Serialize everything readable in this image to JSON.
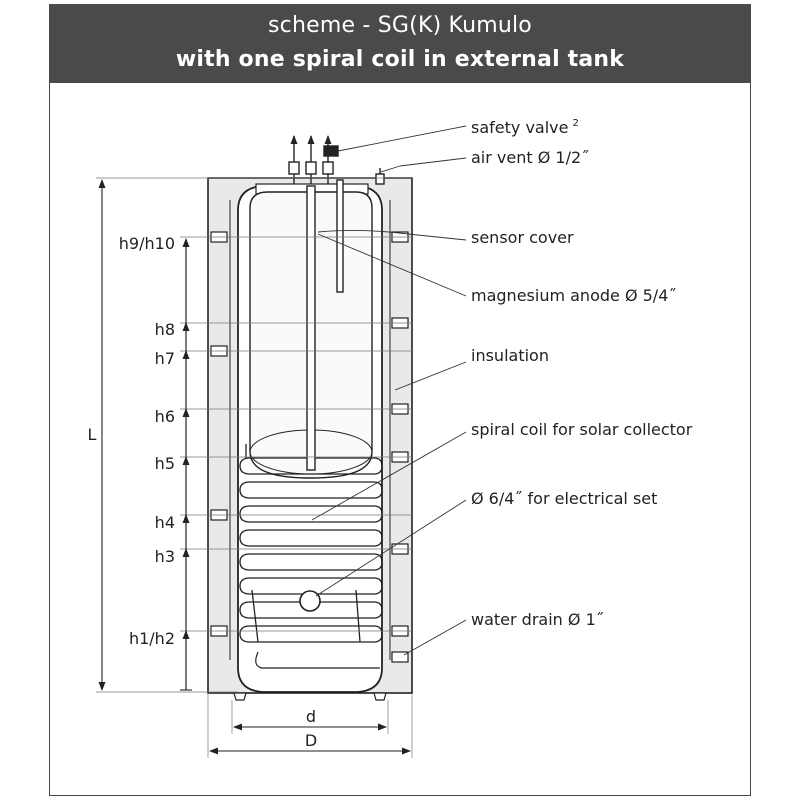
{
  "header": {
    "title_line1": "scheme - SG(K) Kumulo",
    "title_line2": "with one spiral coil in external tank"
  },
  "callouts": {
    "safety_valve": "safety valve",
    "safety_valve_sup": "2",
    "air_vent": "air vent Ø 1/2˝",
    "sensor_cover": "sensor cover",
    "magnesium_anode": "magnesium anode Ø 5/4˝",
    "insulation": "insulation",
    "spiral_coil": "spiral coil for solar collector",
    "electrical_set": "Ø 6/4˝ for electrical set",
    "water_drain": "water drain Ø 1˝"
  },
  "dimensions": {
    "L": "L",
    "d": "d",
    "D": "D",
    "h9_h10": "h9/h10",
    "h8": "h8",
    "h7": "h7",
    "h6": "h6",
    "h5": "h5",
    "h4": "h4",
    "h3": "h3",
    "h1_h2": "h1/h2"
  },
  "colors": {
    "header_bg": "#4a4a4a",
    "insulation_fill": "#e9e9e9",
    "line": "#222222",
    "leader": "#333333"
  }
}
